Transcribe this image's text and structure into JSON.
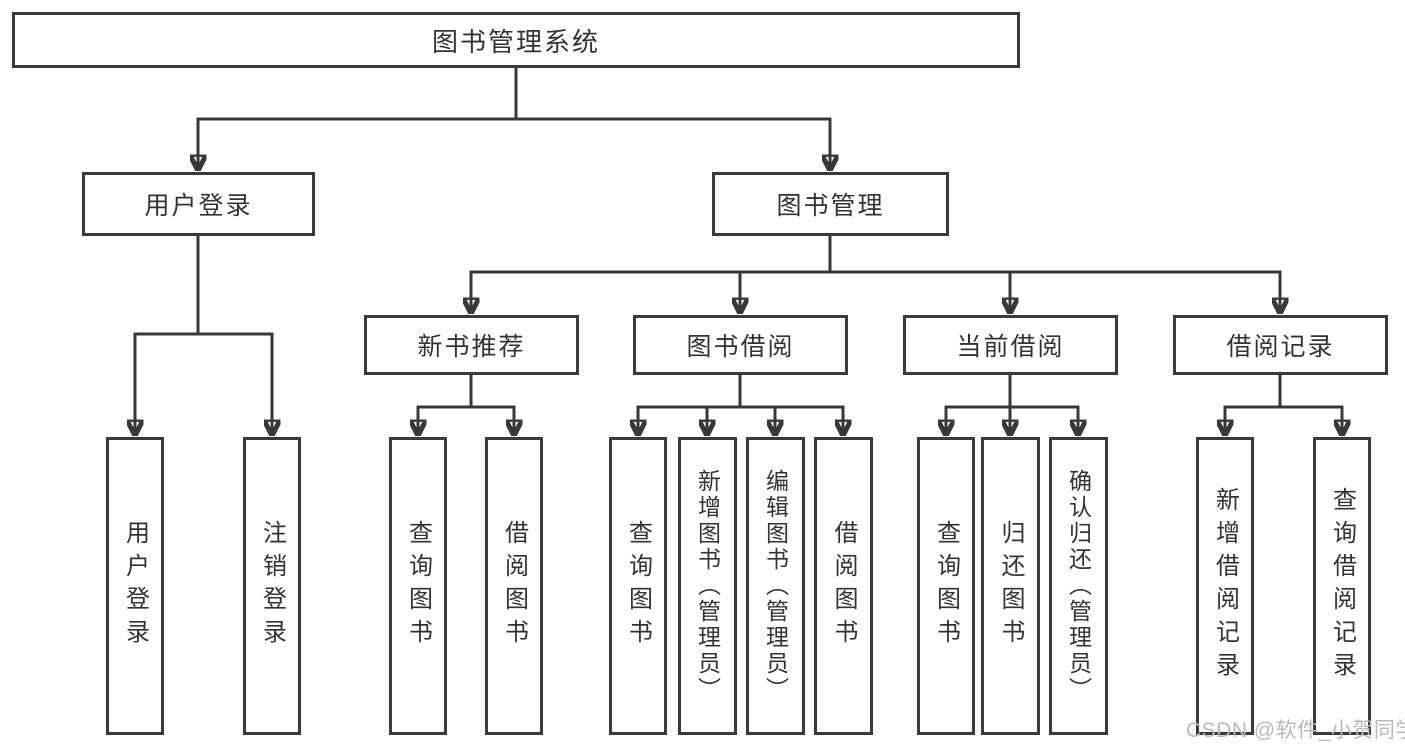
{
  "tree": {
    "root": "图书管理系统",
    "level1": [
      "用户登录",
      "图书管理"
    ],
    "level2": [
      "新书推荐",
      "图书借阅",
      "当前借阅",
      "借阅记录"
    ],
    "leaves_user_login": [
      "用户登录",
      "注销登录"
    ],
    "leaves_new_book": [
      "查询图书",
      "借阅图书"
    ],
    "leaves_book_borrow": [
      "查询图书",
      "新增图书（管理员）",
      "编辑图书（管理员）",
      "借阅图书"
    ],
    "leaves_current_borrow": [
      "查询图书",
      "归还图书",
      "确认归还（管理员）"
    ],
    "leaves_borrow_record": [
      "新增借阅记录",
      "查询借阅记录"
    ]
  },
  "watermark": "CSDN @软件_小贺同学",
  "colors": {
    "line": "#383838",
    "box_border": "#3a3a3a",
    "text": "#333333",
    "background": "#ffffff",
    "watermark": "#b9b9b9"
  }
}
